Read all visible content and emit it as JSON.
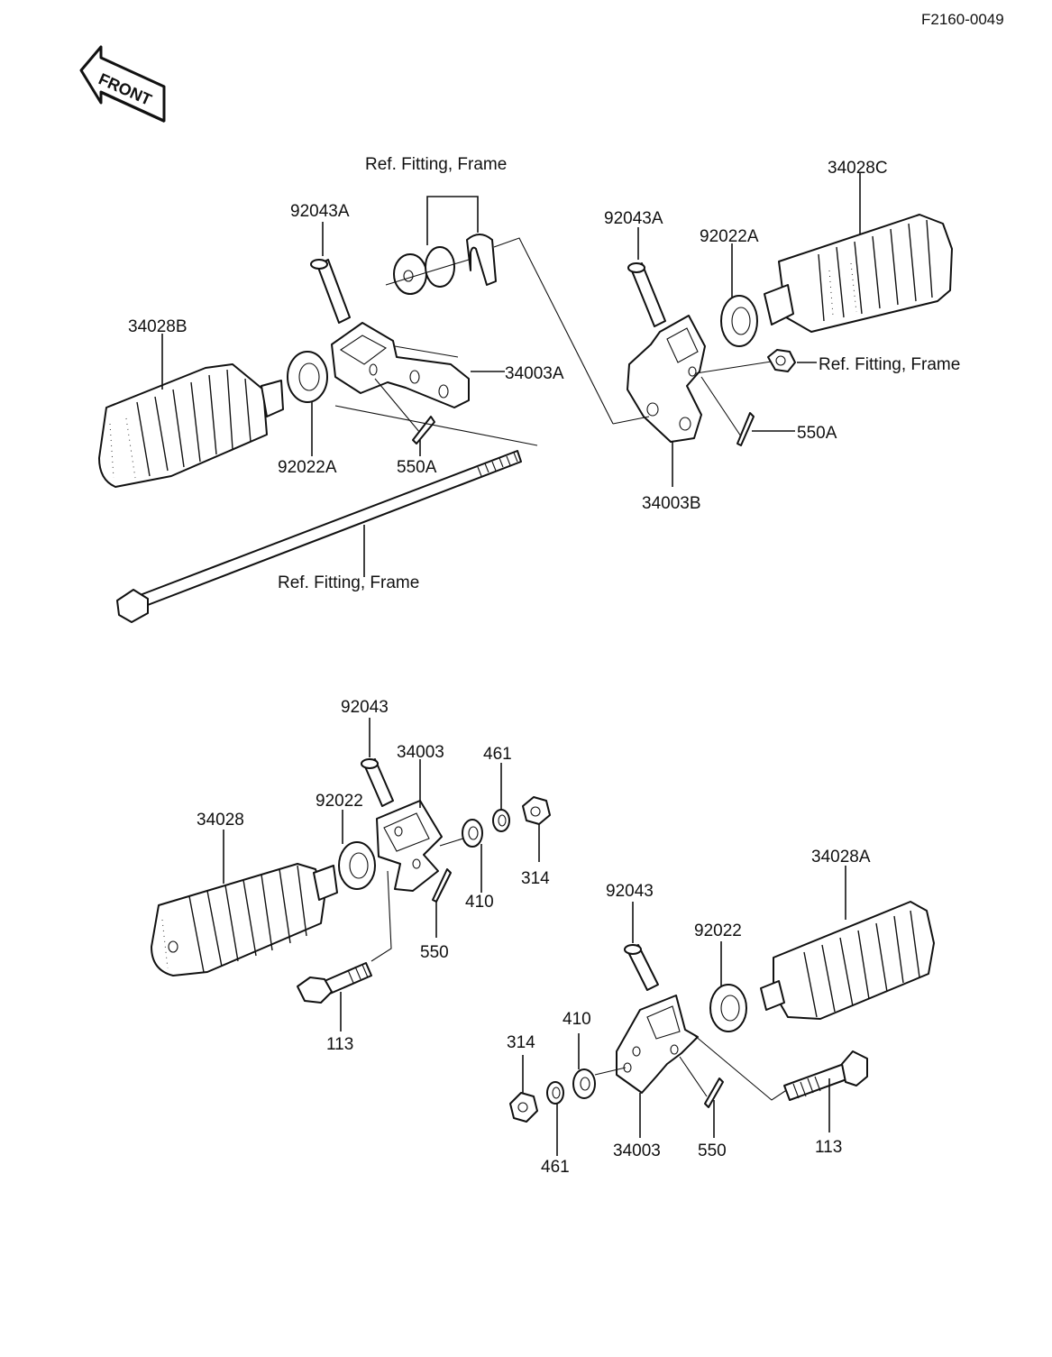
{
  "document_number": "F2160-0049",
  "front_label": "FRONT",
  "ref_label": "Ref.  Fitting, Frame",
  "callouts": {
    "p34028B": "34028B",
    "p92043A_left": "92043A",
    "p34003A": "34003A",
    "p92022A_left": "92022A",
    "p550A_left": "550A",
    "p92043A_right": "92043A",
    "p92022A_right": "92022A",
    "p34028C": "34028C",
    "p550A_right": "550A",
    "p34003B": "34003B",
    "p92043_upper": "92043",
    "p34003_upper": "34003",
    "p461_upper": "461",
    "p92022_upper": "92022",
    "p34028": "34028",
    "p410_upper": "410",
    "p314_upper": "314",
    "p550_upper": "550",
    "p113_left": "113",
    "p34028A": "34028A",
    "p92043_lower": "92043",
    "p92022_lower": "92022",
    "p410_lower": "410",
    "p314_lower": "314",
    "p461_lower": "461",
    "p34003_lower": "34003",
    "p550_lower": "550",
    "p113_right": "113"
  }
}
